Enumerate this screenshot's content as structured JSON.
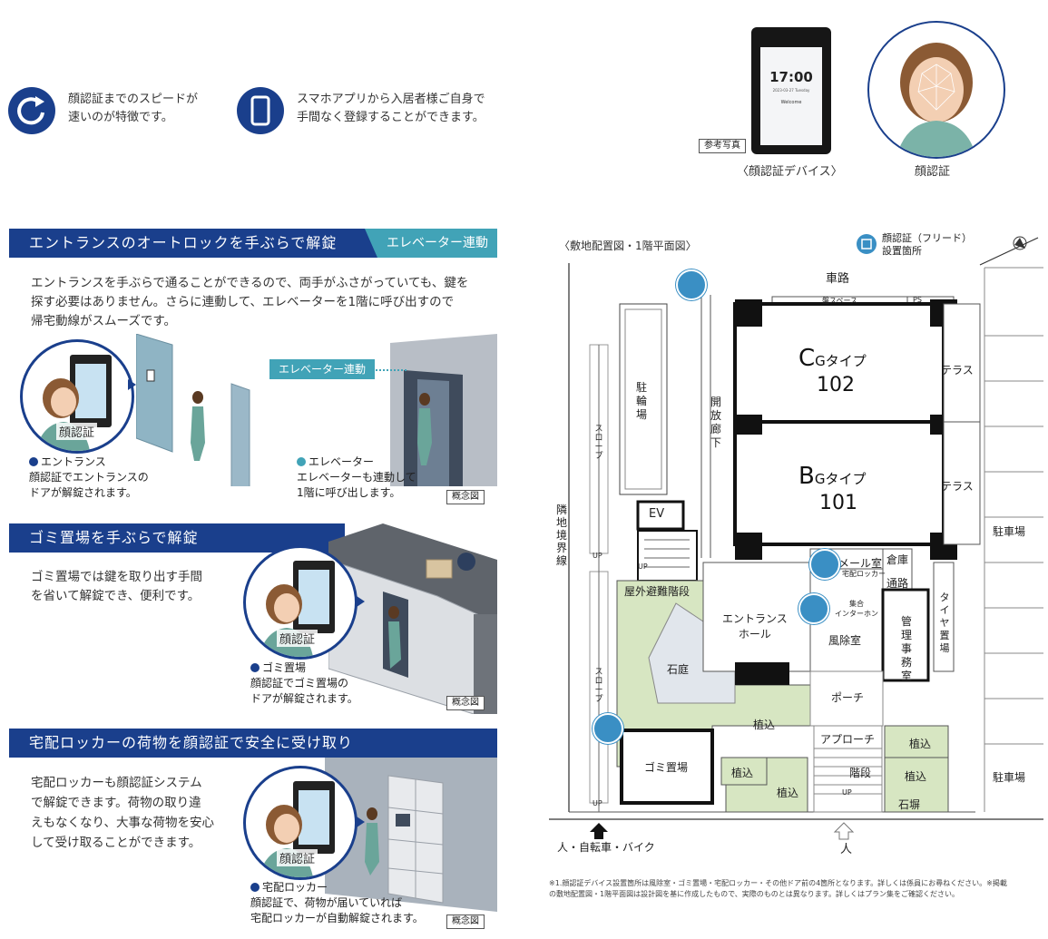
{
  "features": [
    {
      "line1": "顔認証までのスピードが",
      "line2": "速いのが特徴です。",
      "icon": "refresh-icon"
    },
    {
      "line1": "スマホアプリから入居者様ご自身で",
      "line2": "手間なく登録することができます。",
      "icon": "smartphone-icon"
    }
  ],
  "device": {
    "time": "17:00",
    "date": "2023-03-27 Tuesday",
    "welcome": "Welcome",
    "ref_tag": "参考写真",
    "caption": "〈顔認証デバイス〉",
    "face_caption": "顔認証"
  },
  "section1": {
    "title": "エントランスのオートロックを手ぶらで解錠",
    "tab": "エレベーター連動",
    "body": [
      "エントランスを手ぶらで通ることができるので、両手がふさがっていても、鍵を",
      "探す必要はありません。さらに連動して、エレベーターを1階に呼び出すので",
      "帰宅動線がスムーズです。"
    ],
    "elevator_link": "エレベーター連動",
    "face_label": "顔認証",
    "entrance_title": "エントランス",
    "entrance_desc": [
      "顔認証でエントランスの",
      "ドアが解錠されます。"
    ],
    "elevator_title": "エレベーター",
    "elevator_desc": [
      "エレベーターも連動して",
      "1階に呼び出します。"
    ],
    "concept": "概念図"
  },
  "section2": {
    "title": "ゴミ置場を手ぶらで解錠",
    "body": [
      "ゴミ置場では鍵を取り出す手間",
      "を省いて解錠でき、便利です。"
    ],
    "face_label": "顔認証",
    "place_title": "ゴミ置場",
    "place_desc": [
      "顔認証でゴミ置場の",
      "ドアが解錠されます。"
    ],
    "concept": "概念図"
  },
  "section3": {
    "title": "宅配ロッカーの荷物を顔認証で安全に受け取り",
    "body": [
      "宅配ロッカーも顔認証システム",
      "で解錠できます。荷物の取り違",
      "えもなくなり、大事な荷物を安心",
      "して受け取ることができます。"
    ],
    "face_label": "顔認証",
    "place_title": "宅配ロッカー",
    "place_desc": [
      "顔認証で、荷物が届いていれば",
      "宅配ロッカーが自動解錠されます。"
    ],
    "concept": "概念図"
  },
  "map": {
    "title": "〈敷地配置図・1階平面図〉",
    "legend": [
      "顔認証（フリード）",
      "設置箇所"
    ],
    "road": "車路",
    "bikes": "駐輪場",
    "open_corridor": "開放廊下",
    "slope": "スロープ",
    "boundary": "隣地境界線",
    "cg": {
      "letter": "C",
      "suffix": "Gタイプ",
      "num": "102"
    },
    "bg": {
      "letter": "B",
      "suffix": "Gタイプ",
      "num": "101"
    },
    "terrace": "テラス",
    "parking": "駐車場",
    "ev": "EV",
    "up": "UP",
    "outdoor_stairs": "屋外避難階段",
    "mailroom": "メール室",
    "locker": "宅配ロッカー",
    "storage": "倉庫",
    "passage": "通路",
    "intercom": [
      "集合",
      "インターホン"
    ],
    "hall": [
      "エントランス",
      "ホール"
    ],
    "windbreak": "風除室",
    "office": "管理事務室",
    "tire": "タイヤ置場",
    "garden": "石庭",
    "porch": "ポーチ",
    "approach": "アプローチ",
    "planting": "植込",
    "steps": "階段",
    "garbage": "ゴミ置場",
    "stone_wall": "石塀",
    "bike_entry": "人・自転車・バイク",
    "person": "人",
    "panel_space": "盤スペース",
    "ps": "PS",
    "footnote": [
      "※1.顔認証デバイス設置箇所は風除室・ゴミ置場・宅配ロッカー・その他ドア前の4箇所となります。詳しくは係員にお尋ねください。※掲載",
      "の敷地配置図・1階平面図は設計図を基に作成したもので、実際のものとは異なります。詳しくはプラン集をご確認ください。"
    ]
  },
  "colors": {
    "navy": "#1a3f8c",
    "teal": "#41a3b7",
    "green": "#d7e6c2",
    "stone": "#e1e6ec"
  }
}
